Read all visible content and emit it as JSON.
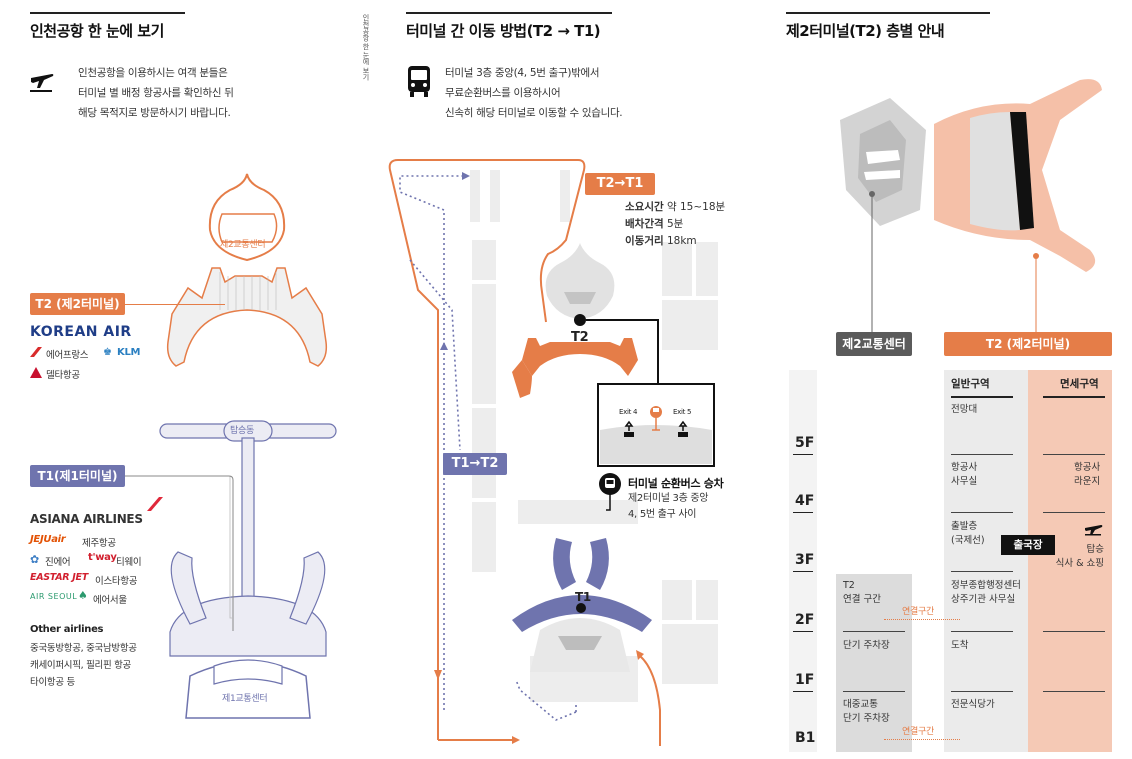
{
  "section1": {
    "title": "인천공항 한 눈에 보기",
    "desc": [
      "인천공항을 이용하시는 여객 분들은",
      "터미널 별 배정 항공사를 확인하신 뒤",
      "해당 목적지로 방문하시기 바랍니다."
    ],
    "t2_center_label": "제2교통센터",
    "t2_tag": "T2 (제2터미널)",
    "t2_airlines": {
      "korean_air": "KOREAN AIR",
      "air_france": "에어프랑스",
      "klm": "KLM",
      "delta": "델타항공"
    },
    "boarding_label": "탑승동",
    "t1_tag": "T1(제1터미널)",
    "t1_airlines": {
      "asiana": "ASIANA AIRLINES",
      "jeju_logo": "JEJUair",
      "jeju": "제주항공",
      "jinair": "진에어",
      "tway_logo": "t'way",
      "tway": "티웨이",
      "eastar_logo": "EASTAR JET",
      "eastar": "이스타항공",
      "airseoul_logo": "AIR SEOUL",
      "airseoul": "에어서울",
      "other_title": "Other airlines",
      "other_lines": [
        "중국동방항공, 중국남방항공",
        "캐세이퍼시픽, 필리핀 항공",
        "타이항공 등"
      ]
    },
    "t1_center_label": "제1교통센터",
    "vertical_caption": "인천공항 한 눈에 보기"
  },
  "section2": {
    "title": "터미널 간 이동 방법(T2 → T1)",
    "desc": [
      "터미널 3층 중앙(4, 5번 출구)밖에서",
      "무료순환버스를 이용하시어",
      "신속히 해당 터미널로 이동할 수 있습니다."
    ],
    "route_t2_t1": "T2→T1",
    "route_t1_t2": "T1→T2",
    "info": [
      {
        "label": "소요시간",
        "value": "약 15~18분"
      },
      {
        "label": "배차간격",
        "value": "5분"
      },
      {
        "label": "이동거리",
        "value": "18km"
      }
    ],
    "t2_label": "T2",
    "t1_label": "T1",
    "exit4": "Exit 4",
    "exit5": "Exit 5",
    "bus_title": "터미널 순환버스 승차",
    "bus_lines": [
      "제2터미널 3층 중앙",
      "4, 5번 출구 사이"
    ]
  },
  "section3": {
    "title": "제2터미널(T2) 층별 안내",
    "center_tag": "제2교통센터",
    "t2_tag": "T2 (제2터미널)",
    "floors": [
      "5F",
      "4F",
      "3F",
      "2F",
      "1F",
      "B1"
    ],
    "col_general": "일반구역",
    "col_dutyfree": "면세구역",
    "general": {
      "f5": "전망대",
      "f4": [
        "항공사",
        "사무실"
      ],
      "f3": [
        "출발층",
        "(국제선)"
      ],
      "f2": [
        "정부종합행정센터",
        "상주기관 사무실"
      ],
      "f1": "도착",
      "b1": "전문식당가"
    },
    "dutyfree": {
      "f4": [
        "항공사",
        "라운지"
      ],
      "f3": [
        "탑승",
        "식사 & 쇼핑"
      ]
    },
    "departure_badge": "출국장",
    "center": {
      "f2": [
        "T2",
        "연결 구간"
      ],
      "f1": "단기 주차장",
      "b1": [
        "대중교통",
        "단기 주차장"
      ]
    },
    "link_label": "연결구간"
  },
  "colors": {
    "orange": "#e57d48",
    "blue": "#6f74ae",
    "gray": "#5b5b5b",
    "pink": "#f5c9b5",
    "light_gray": "#ebebeb"
  }
}
